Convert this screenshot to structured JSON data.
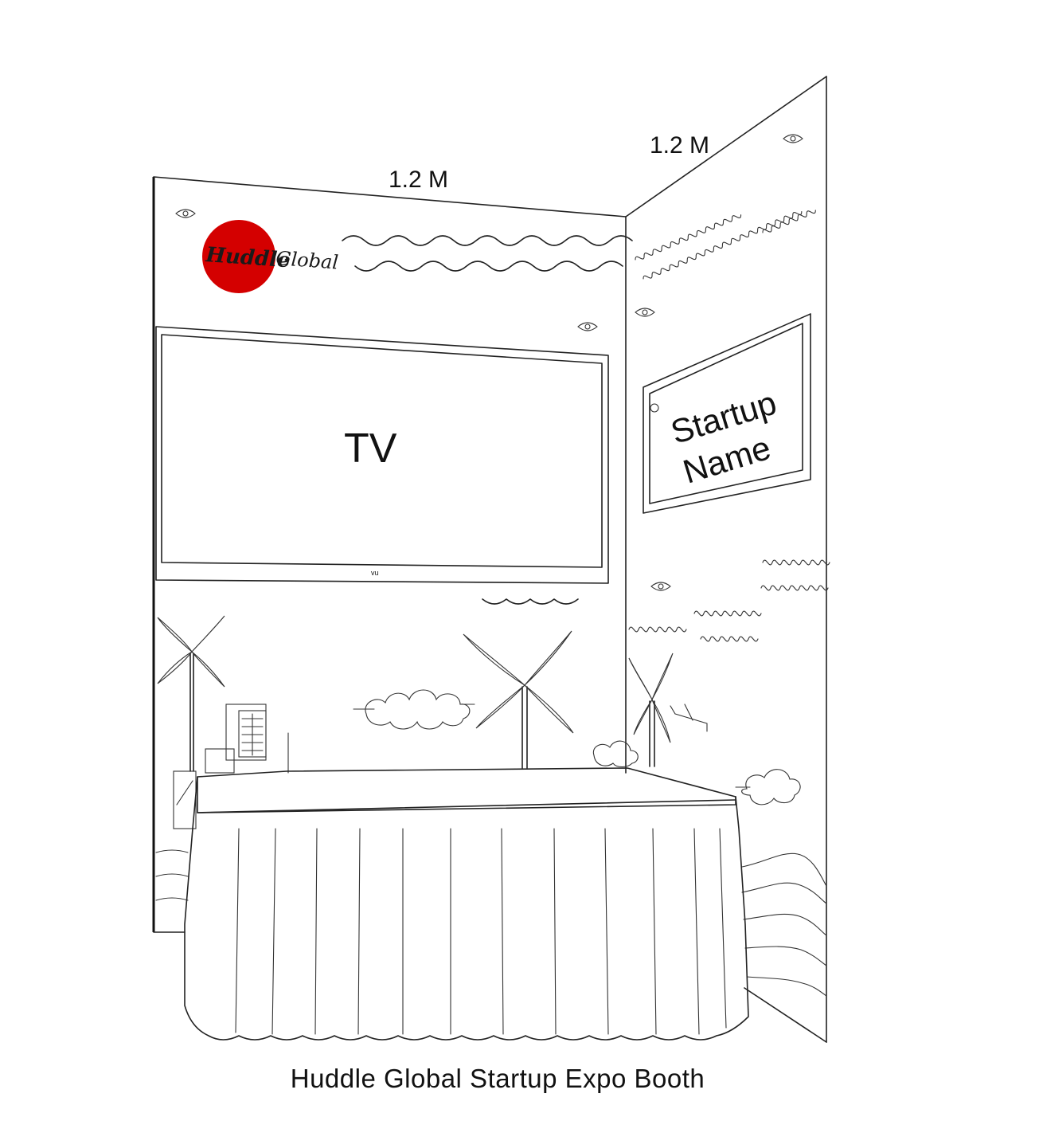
{
  "dimensions": {
    "back_wall_width": "1.2 M",
    "side_wall_width": "1.2 M"
  },
  "logo": {
    "brand_part1": "Huddle",
    "brand_part2": "Global",
    "accent_color": "#d40000"
  },
  "tv": {
    "label": "TV",
    "brand_mark": "vu"
  },
  "sign": {
    "line1": "Startup",
    "line2": "Name"
  },
  "caption": "Huddle Global Startup Expo Booth",
  "icons": [
    "eye-icon",
    "wave-doodle",
    "windmill-icon",
    "cloud-doodle",
    "table-icon",
    "calendar-icon"
  ]
}
